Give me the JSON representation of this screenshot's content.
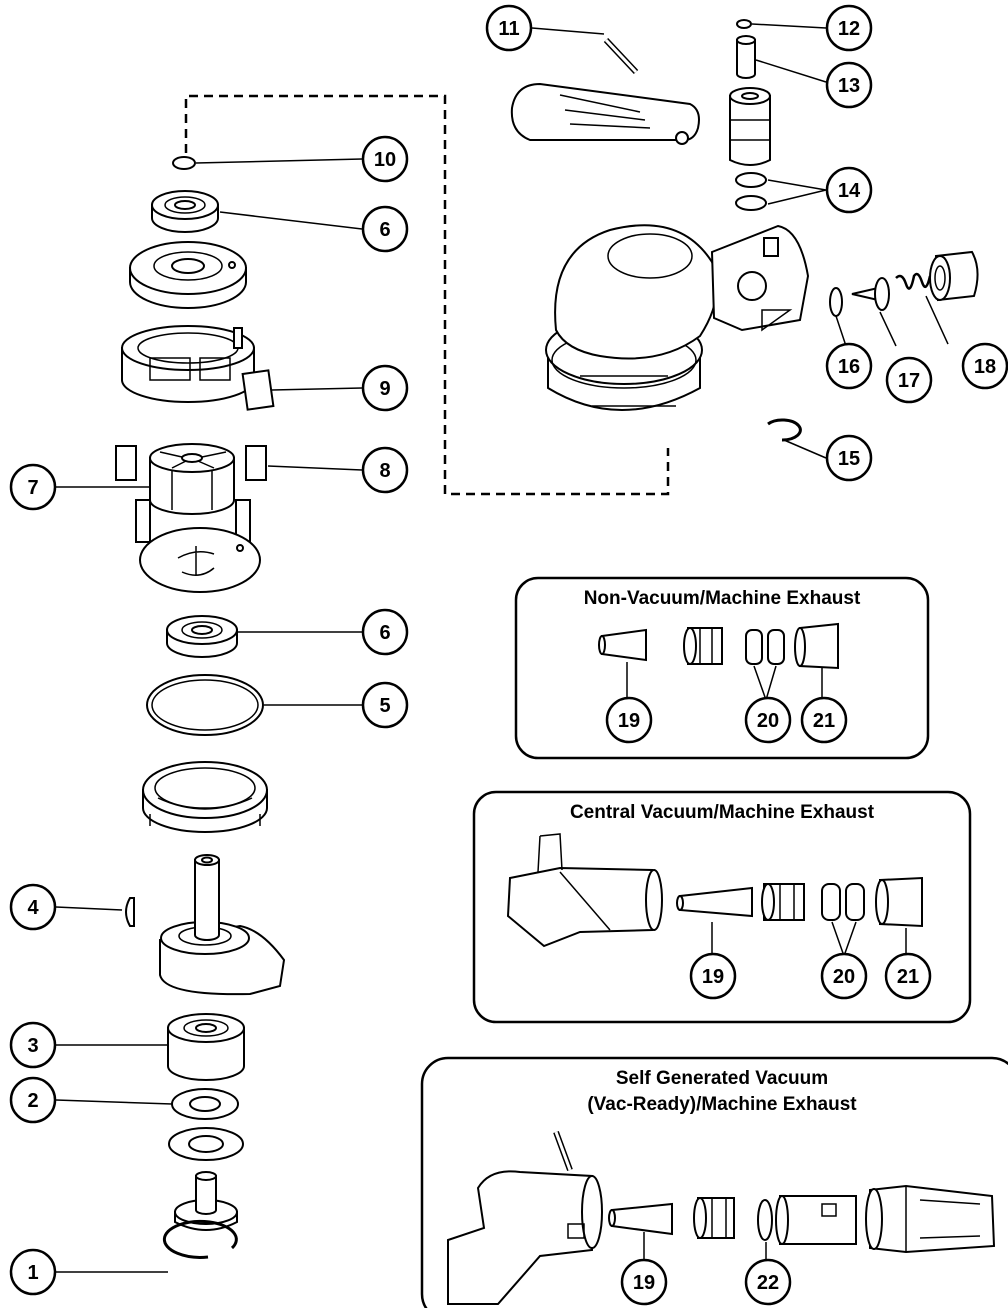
{
  "colors": {
    "ink": "#000000",
    "paper": "#ffffff"
  },
  "callouts": [
    {
      "id": "c1",
      "label": "1"
    },
    {
      "id": "c2",
      "label": "2"
    },
    {
      "id": "c3",
      "label": "3"
    },
    {
      "id": "c4",
      "label": "4"
    },
    {
      "id": "c5",
      "label": "5"
    },
    {
      "id": "c6a",
      "label": "6"
    },
    {
      "id": "c6b",
      "label": "6"
    },
    {
      "id": "c7",
      "label": "7"
    },
    {
      "id": "c8",
      "label": "8"
    },
    {
      "id": "c9",
      "label": "9"
    },
    {
      "id": "c10",
      "label": "10"
    },
    {
      "id": "c11",
      "label": "11"
    },
    {
      "id": "c12",
      "label": "12"
    },
    {
      "id": "c13",
      "label": "13"
    },
    {
      "id": "c14",
      "label": "14"
    },
    {
      "id": "c15",
      "label": "15"
    },
    {
      "id": "c16",
      "label": "16"
    },
    {
      "id": "c17",
      "label": "17"
    },
    {
      "id": "c18",
      "label": "18"
    },
    {
      "id": "c19a",
      "label": "19"
    },
    {
      "id": "c20a",
      "label": "20"
    },
    {
      "id": "c21a",
      "label": "21"
    },
    {
      "id": "c19b",
      "label": "19"
    },
    {
      "id": "c20b",
      "label": "20"
    },
    {
      "id": "c21b",
      "label": "21"
    },
    {
      "id": "c19c",
      "label": "19"
    },
    {
      "id": "c22",
      "label": "22"
    }
  ],
  "panels": {
    "non_vacuum": {
      "title": "Non-Vacuum/Machine Exhaust"
    },
    "central_vacuum": {
      "title": "Central Vacuum/Machine Exhaust"
    },
    "self_generated": {
      "title_line1": "Self Generated Vacuum",
      "title_line2": "(Vac-Ready)/Machine Exhaust"
    }
  }
}
